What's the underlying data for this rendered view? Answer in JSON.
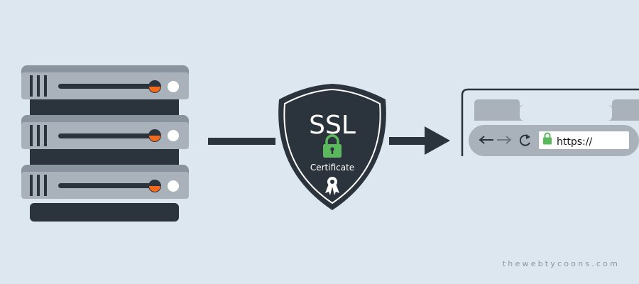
{
  "badge": {
    "title": "SSL",
    "subtitle": "Certificate"
  },
  "browser": {
    "url": "https://",
    "back_icon": "arrow-left-icon",
    "forward_icon": "arrow-right-icon",
    "reload_icon": "reload-icon",
    "lock_icon": "padlock-icon"
  },
  "server": {
    "units": 3,
    "led_color": "#f26b1d"
  },
  "colors": {
    "background": "#dde7f0",
    "dark": "#2b333c",
    "metal": "#a9b2bb",
    "lock_green": "#5cb85c"
  },
  "watermark": "thewebtycoons.com"
}
